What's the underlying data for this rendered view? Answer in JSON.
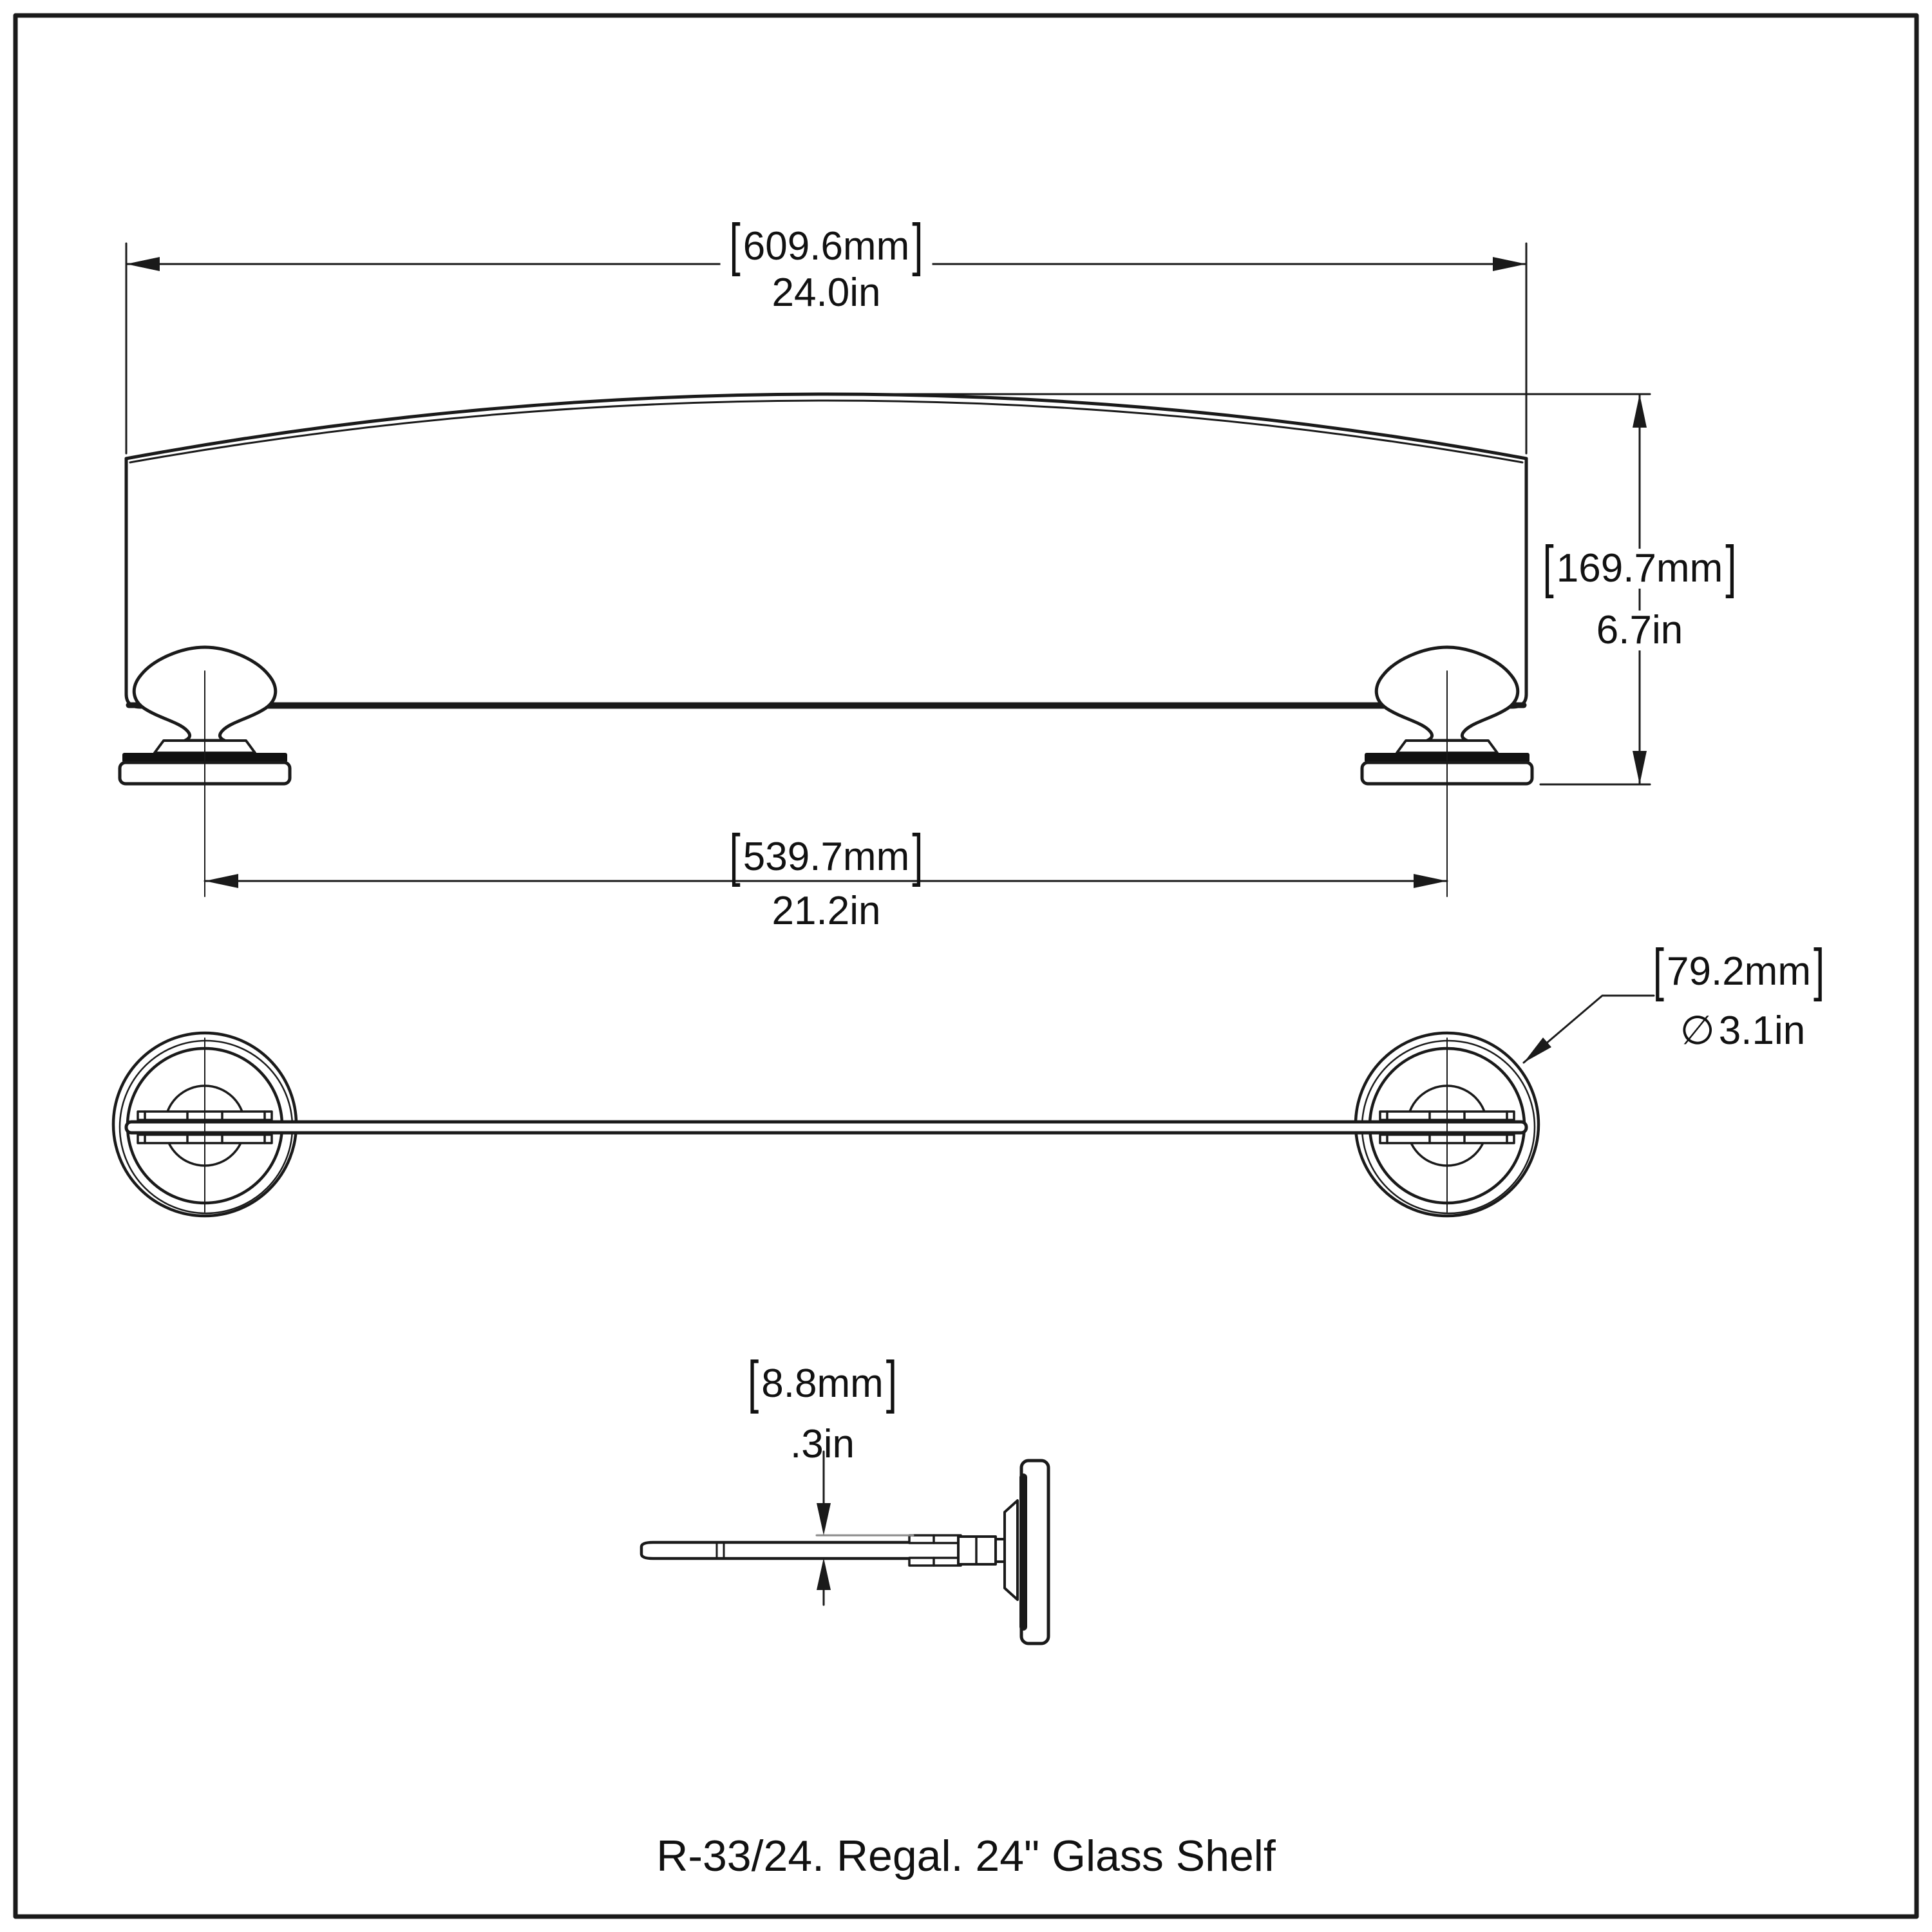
{
  "drawing": {
    "caption": "R-33/24. Regal. 24\" Glass Shelf",
    "dimensions": {
      "overall_width": {
        "mm": "609.6mm",
        "in": "24.0in"
      },
      "overall_height": {
        "mm": "169.7mm",
        "in": "6.7in"
      },
      "mount_spacing": {
        "mm": "539.7mm",
        "in": "21.2in"
      },
      "flange_diameter": {
        "mm": "79.2mm",
        "in": "3.1in"
      },
      "glass_thickness": {
        "mm": "8.8mm",
        "in": ".3in"
      }
    },
    "symbols": {
      "bracket_open": "[",
      "bracket_close": "]",
      "diameter": "∅"
    },
    "colors": {
      "line": "#1a1a1a",
      "background": "#ffffff",
      "reference_line": "#8a8a8a"
    }
  }
}
